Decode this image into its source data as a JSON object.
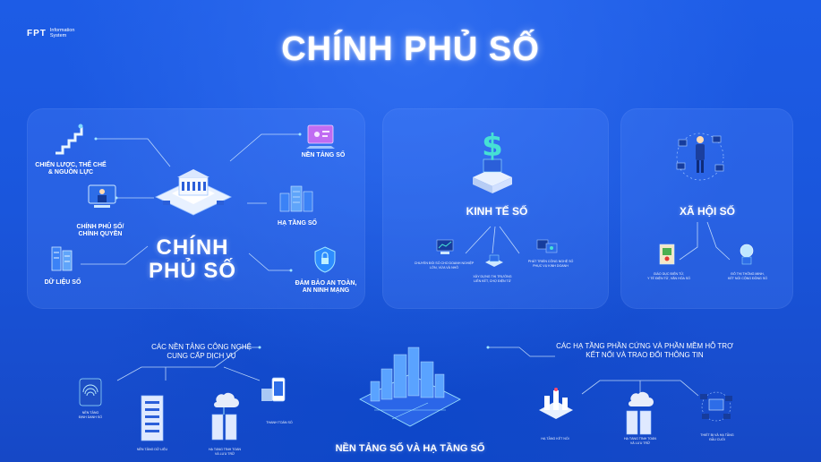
{
  "brand": {
    "mark": "FPT",
    "line1": "Information",
    "line2": "System"
  },
  "title": "CHÍNH PHỦ SỐ",
  "government": {
    "center_line1": "CHÍNH",
    "center_line2": "PHỦ SỐ",
    "strategy": [
      "CHIẾN LƯỢC, THỂ CHẾ",
      "& NGUỒN LỰC"
    ],
    "gov_local": [
      "CHÍNH PHỦ SỐ/",
      "CHÍNH QUYỀN"
    ],
    "data": "DỮ LIỆU SỐ",
    "platform": "NỀN TẢNG SỐ",
    "infra": "HẠ TẦNG SỐ",
    "security": [
      "ĐẢM BẢO AN TOÀN,",
      "AN NINH MẠNG"
    ]
  },
  "economy": {
    "title": "KINH TẾ SỐ",
    "item1": [
      "CHUYỂN ĐỔI SỐ CHO DOANH NGHIỆP",
      "LỚN, VỪA VÀ NHỎ"
    ],
    "item2": [
      "XÂY DỰNG THỊ TRƯỜNG",
      "LIÊN KẾT, CHỢ ĐIỆN TỬ"
    ],
    "item3": [
      "PHÁT TRIỂN CÔNG NGHỆ SỐ",
      "PHỤC VỤ KINH DOANH"
    ]
  },
  "society": {
    "title": "XÃ HỘI SỐ",
    "item1": [
      "GIÁO DỤC ĐIỆN TỬ,",
      "Y TẾ ĐIỆN TỬ, VĂN HÓA SỐ"
    ],
    "item2": [
      "ĐÔ THỊ THÔNG MINH,",
      "KẾT NỐI CỘNG ĐỒNG SỐ"
    ]
  },
  "bottom": {
    "left_heading": [
      "CÁC NỀN TẢNG CÔNG NGHỆ",
      "CUNG CẤP DỊCH VỤ"
    ],
    "right_heading": [
      "CÁC HẠ TẦNG PHẦN CỨNG VÀ PHẦN MỀM HỖ TRỢ",
      "KẾT NỐI VÀ TRAO ĐỔI THÔNG TIN"
    ],
    "center_title": "NỀN TẢNG SỐ VÀ HẠ TẦNG SỐ",
    "ident": [
      "NỀN TẢNG",
      "ĐỊNH DANH SỐ"
    ],
    "data_platform": "NỀN TẢNG DỮ LIỆU",
    "shared": [
      "HẠ TẦNG TÍNH TOÁN",
      "VÀ LƯU TRỮ"
    ],
    "payment": "THANH TOÁN SỐ",
    "network": "HẠ TẦNG KẾT NỐI",
    "compute": [
      "HẠ TẦNG TÍNH TOÁN",
      "VÀ LƯU TRỮ"
    ],
    "devices": [
      "THIẾT BỊ VÀ HẠ TẦNG",
      "ĐẦU CUỐI"
    ]
  },
  "colors": {
    "accent": "#5fd3ff",
    "panel": "#4a7ff2",
    "glow": "#9fe6ff"
  }
}
